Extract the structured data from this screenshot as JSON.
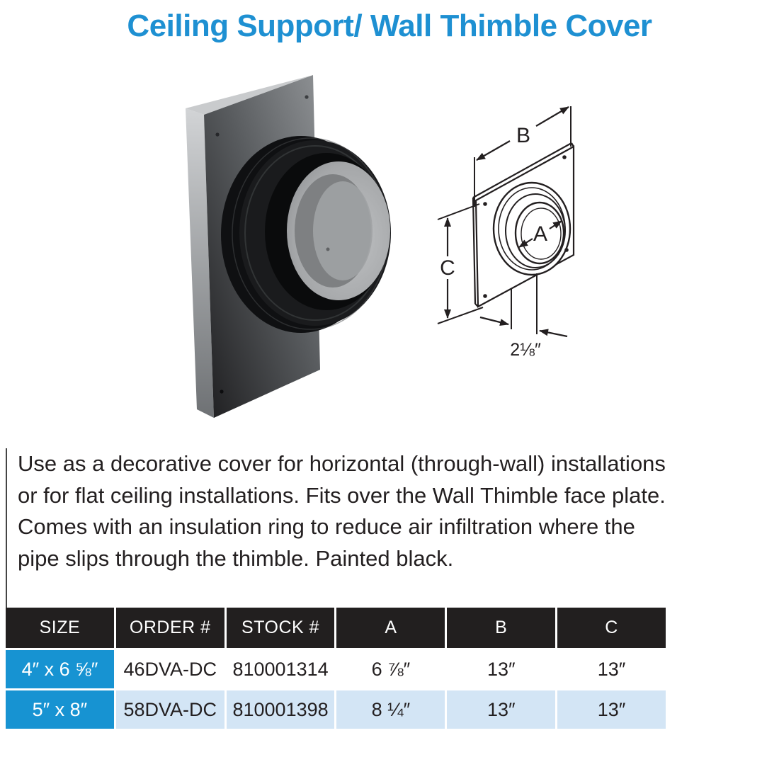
{
  "title": "Ceiling Support/ Wall Thimble Cover",
  "description_lines": [
    "Use as a decorative cover for horizontal (through-wall) installations",
    "or for flat ceiling installations. Fits over the Wall Thimble face plate.",
    "Comes with an insulation ring to reduce air infiltration where the",
    "pipe slips through the thimble. Painted black."
  ],
  "diagram": {
    "label_a": "A",
    "label_b": "B",
    "label_c": "C",
    "label_depth": "2⅛″"
  },
  "table": {
    "headers": [
      "SIZE",
      "ORDER #",
      "STOCK #",
      "A",
      "B",
      "C"
    ],
    "rows": [
      [
        "4″ x 6 ⅝″",
        "46DVA-DC",
        "810001314",
        "6 ⅞″",
        "13″",
        "13″"
      ],
      [
        "5″ x 8″",
        "58DVA-DC",
        "810001398",
        "8 ¼″",
        "13″",
        "13″"
      ]
    ]
  },
  "colors": {
    "title_blue": "#1E90D2",
    "accent_blue": "#1793D2",
    "row_alt_blue": "#D3E5F5",
    "header_black": "#221F1F",
    "text": "#231F20"
  }
}
